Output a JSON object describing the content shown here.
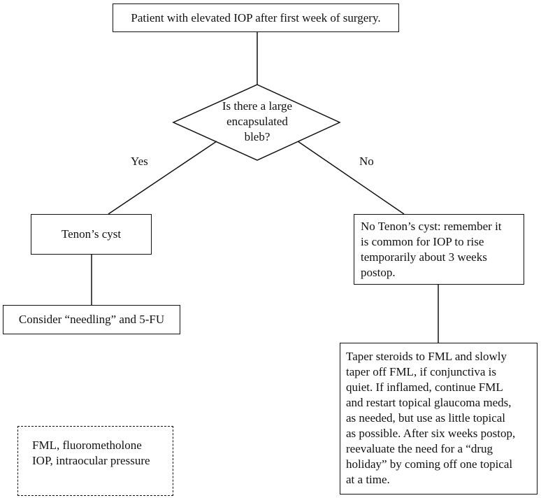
{
  "start": {
    "text": "Patient with elevated IOP after first week of surgery."
  },
  "decision": {
    "lines": [
      "Is there a large",
      "encapsulated",
      "bleb?"
    ]
  },
  "branches": {
    "yes_label": "Yes",
    "no_label": "No"
  },
  "yes_path": {
    "result": "Tenon’s cyst",
    "action": "Consider “needling” and 5-FU"
  },
  "no_path": {
    "result_lines": [
      "No Tenon’s cyst:  remember it",
      "is common for IOP to rise",
      "temporarily about 3 weeks",
      "postop."
    ],
    "action_lines": [
      "Taper steroids to FML and slowly",
      "taper off FML, if conjunctiva is",
      "quiet. If inflamed, continue FML",
      "and restart topical glaucoma meds,",
      "as needed, but use as little topical",
      "as possible. After six weeks postop,",
      "reevaluate the need for a “drug",
      "holiday” by coming off one topical",
      "at a time."
    ]
  },
  "legend": {
    "lines": [
      "FML, fluorometholone",
      "IOP, intraocular pressure"
    ]
  }
}
